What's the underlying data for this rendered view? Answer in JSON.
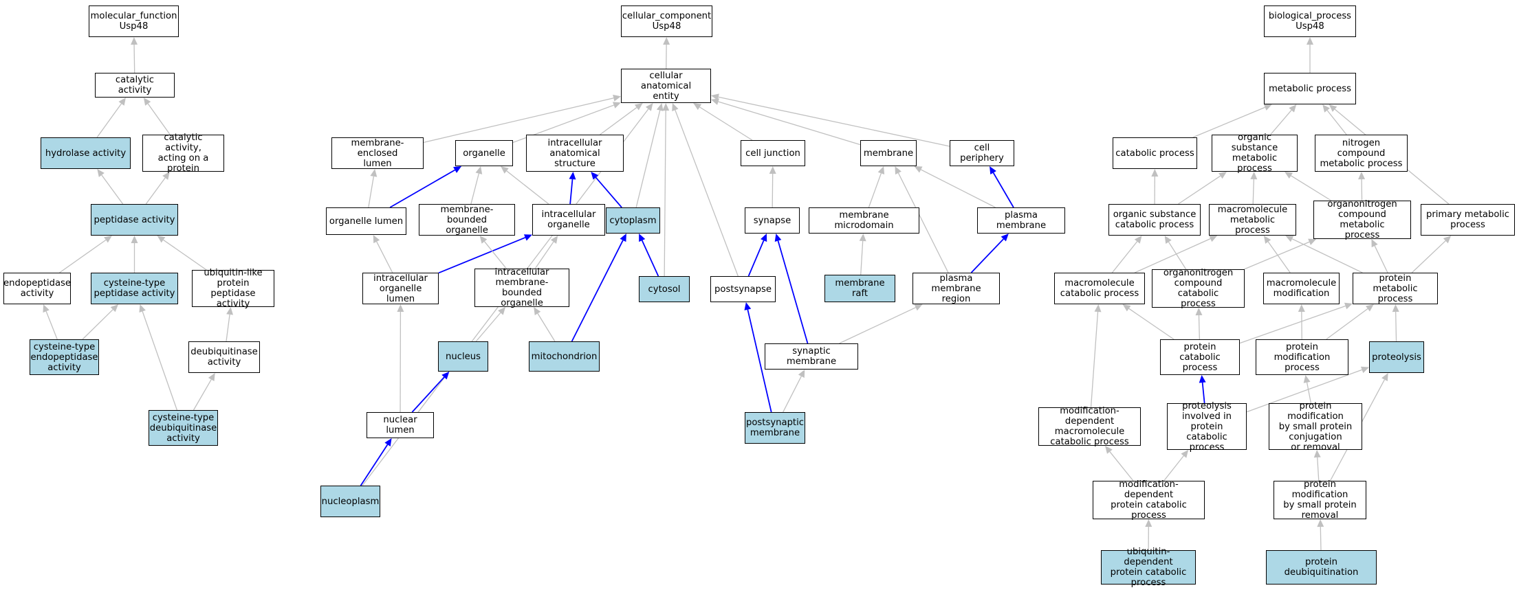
{
  "colors": {
    "highlight_fill": "#add8e6",
    "default_fill": "#ffffff",
    "edge_grey": "#c0c0c0",
    "edge_blue": "#0000ff",
    "border": "#000000"
  },
  "nodes": {
    "mf_root": {
      "label": "molecular_function\nUsp48",
      "highlighted": false
    },
    "catalytic": {
      "label": "catalytic activity",
      "highlighted": false
    },
    "hydrolase": {
      "label": "hydrolase activity",
      "highlighted": true
    },
    "cat_protein": {
      "label": "catalytic activity,\nacting on a\nprotein",
      "highlighted": false
    },
    "peptidase": {
      "label": "peptidase activity",
      "highlighted": true
    },
    "endopeptidase": {
      "label": "endopeptidase\nactivity",
      "highlighted": false
    },
    "cys_peptidase": {
      "label": "cysteine-type\npeptidase activity",
      "highlighted": true
    },
    "ubl_peptidase": {
      "label": "ubiquitin-like\nprotein peptidase\nactivity",
      "highlighted": false
    },
    "cys_endopeptidase": {
      "label": "cysteine-type\nendopeptidase\nactivity",
      "highlighted": true
    },
    "deubiquitinase": {
      "label": "deubiquitinase\nactivity",
      "highlighted": false
    },
    "cys_deubiquitinase": {
      "label": "cysteine-type\ndeubiquitinase\nactivity",
      "highlighted": true
    },
    "cc_root": {
      "label": "cellular_component\nUsp48",
      "highlighted": false
    },
    "cae": {
      "label": "cellular anatomical\nentity",
      "highlighted": false
    },
    "mel": {
      "label": "membrane-enclosed\nlumen",
      "highlighted": false
    },
    "organelle": {
      "label": "organelle",
      "highlighted": false
    },
    "ias": {
      "label": "intracellular\nanatomical structure",
      "highlighted": false
    },
    "cell_junction": {
      "label": "cell junction",
      "highlighted": false
    },
    "membrane": {
      "label": "membrane",
      "highlighted": false
    },
    "cell_periphery": {
      "label": "cell periphery",
      "highlighted": false
    },
    "organelle_lumen": {
      "label": "organelle lumen",
      "highlighted": false
    },
    "mbo": {
      "label": "membrane-bounded\norganelle",
      "highlighted": false
    },
    "intra_org": {
      "label": "intracellular\norganelle",
      "highlighted": false
    },
    "cytoplasm": {
      "label": "cytoplasm",
      "highlighted": true
    },
    "synapse": {
      "label": "synapse",
      "highlighted": false
    },
    "mem_microdomain": {
      "label": "membrane microdomain",
      "highlighted": false
    },
    "plasma_membrane": {
      "label": "plasma membrane",
      "highlighted": false
    },
    "iol": {
      "label": "intracellular\norganelle lumen",
      "highlighted": false
    },
    "imbo": {
      "label": "intracellular\nmembrane-bounded\norganelle",
      "highlighted": false
    },
    "cytosol": {
      "label": "cytosol",
      "highlighted": true
    },
    "postsynapse": {
      "label": "postsynapse",
      "highlighted": false
    },
    "membrane_raft": {
      "label": "membrane raft",
      "highlighted": true
    },
    "pm_region": {
      "label": "plasma membrane\nregion",
      "highlighted": false
    },
    "nucleus": {
      "label": "nucleus",
      "highlighted": true
    },
    "mitochondrion": {
      "label": "mitochondrion",
      "highlighted": true
    },
    "syn_membrane": {
      "label": "synaptic membrane",
      "highlighted": false
    },
    "nuclear_lumen": {
      "label": "nuclear lumen",
      "highlighted": false
    },
    "postsyn_membrane": {
      "label": "postsynaptic\nmembrane",
      "highlighted": true
    },
    "nucleoplasm": {
      "label": "nucleoplasm",
      "highlighted": true
    },
    "bp_root": {
      "label": "biological_process\nUsp48",
      "highlighted": false
    },
    "metabolic": {
      "label": "metabolic process",
      "highlighted": false
    },
    "catabolic": {
      "label": "catabolic process",
      "highlighted": false
    },
    "osm": {
      "label": "organic substance\nmetabolic process",
      "highlighted": false
    },
    "ncm": {
      "label": "nitrogen compound\nmetabolic process",
      "highlighted": false
    },
    "osc": {
      "label": "organic substance\ncatabolic process",
      "highlighted": false
    },
    "mmp": {
      "label": "macromolecule\nmetabolic process",
      "highlighted": false
    },
    "ocm": {
      "label": "organonitrogen\ncompound metabolic\nprocess",
      "highlighted": false
    },
    "pmp": {
      "label": "primary metabolic\nprocess",
      "highlighted": false
    },
    "mcp": {
      "label": "macromolecule\ncatabolic process",
      "highlighted": false
    },
    "occ": {
      "label": "organonitrogen\ncompound catabolic\nprocess",
      "highlighted": false
    },
    "mmod": {
      "label": "macromolecule\nmodification",
      "highlighted": false
    },
    "prot_met": {
      "label": "protein metabolic\nprocess",
      "highlighted": false
    },
    "prot_cat": {
      "label": "protein catabolic\nprocess",
      "highlighted": false
    },
    "prot_mod": {
      "label": "protein modification\nprocess",
      "highlighted": false
    },
    "proteolysis": {
      "label": "proteolysis",
      "highlighted": true
    },
    "mdmcp": {
      "label": "modification-dependent\nmacromolecule\ncatabolic process",
      "highlighted": false
    },
    "pipcp": {
      "label": "proteolysis\ninvolved in\nprotein catabolic\nprocess",
      "highlighted": false
    },
    "pmsp": {
      "label": "protein modification\nby small protein\nconjugation\nor removal",
      "highlighted": false
    },
    "mdpcp": {
      "label": "modification-dependent\nprotein catabolic\nprocess",
      "highlighted": false
    },
    "pmspr": {
      "label": "protein modification\nby small protein\nremoval",
      "highlighted": false
    },
    "udpcp": {
      "label": "ubiquitin-dependent\nprotein catabolic\nprocess",
      "highlighted": true
    },
    "deubiquitination": {
      "label": "protein deubiquitination",
      "highlighted": true
    }
  },
  "edges": [
    [
      "catalytic",
      "mf_root",
      "grey"
    ],
    [
      "hydrolase",
      "catalytic",
      "grey"
    ],
    [
      "cat_protein",
      "catalytic",
      "grey"
    ],
    [
      "peptidase",
      "hydrolase",
      "grey"
    ],
    [
      "peptidase",
      "cat_protein",
      "grey"
    ],
    [
      "endopeptidase",
      "peptidase",
      "grey"
    ],
    [
      "cys_peptidase",
      "peptidase",
      "grey"
    ],
    [
      "ubl_peptidase",
      "peptidase",
      "grey"
    ],
    [
      "cys_endopeptidase",
      "endopeptidase",
      "grey"
    ],
    [
      "cys_endopeptidase",
      "cys_peptidase",
      "grey"
    ],
    [
      "deubiquitinase",
      "ubl_peptidase",
      "grey"
    ],
    [
      "cys_deubiquitinase",
      "deubiquitinase",
      "grey"
    ],
    [
      "cys_deubiquitinase",
      "cys_peptidase",
      "grey"
    ],
    [
      "cae",
      "cc_root",
      "grey"
    ],
    [
      "mel",
      "cae",
      "grey"
    ],
    [
      "organelle",
      "cae",
      "grey"
    ],
    [
      "ias",
      "cae",
      "grey"
    ],
    [
      "cell_junction",
      "cae",
      "grey"
    ],
    [
      "membrane",
      "cae",
      "grey"
    ],
    [
      "cell_periphery",
      "cae",
      "grey"
    ],
    [
      "cytoplasm",
      "cae",
      "grey"
    ],
    [
      "cytosol",
      "cae",
      "grey"
    ],
    [
      "postsynapse",
      "cae",
      "grey"
    ],
    [
      "nucleoplasm",
      "cae",
      "grey"
    ],
    [
      "organelle_lumen",
      "mel",
      "grey"
    ],
    [
      "organelle_lumen",
      "organelle",
      "blue"
    ],
    [
      "mbo",
      "organelle",
      "grey"
    ],
    [
      "intra_org",
      "organelle",
      "grey"
    ],
    [
      "intra_org",
      "ias",
      "blue"
    ],
    [
      "cytoplasm",
      "ias",
      "blue"
    ],
    [
      "synapse",
      "cell_junction",
      "grey"
    ],
    [
      "mem_microdomain",
      "membrane",
      "grey"
    ],
    [
      "plasma_membrane",
      "membrane",
      "grey"
    ],
    [
      "plasma_membrane",
      "cell_periphery",
      "blue"
    ],
    [
      "pm_region",
      "membrane",
      "grey"
    ],
    [
      "pm_region",
      "plasma_membrane",
      "blue"
    ],
    [
      "iol",
      "organelle_lumen",
      "grey"
    ],
    [
      "iol",
      "intra_org",
      "blue"
    ],
    [
      "imbo",
      "mbo",
      "grey"
    ],
    [
      "imbo",
      "intra_org",
      "grey"
    ],
    [
      "cytosol",
      "cytoplasm",
      "blue"
    ],
    [
      "postsynapse",
      "synapse",
      "blue"
    ],
    [
      "membrane_raft",
      "mem_microdomain",
      "grey"
    ],
    [
      "nucleus",
      "imbo",
      "grey"
    ],
    [
      "mitochondrion",
      "imbo",
      "grey"
    ],
    [
      "mitochondrion",
      "cytoplasm",
      "blue"
    ],
    [
      "syn_membrane",
      "synapse",
      "blue"
    ],
    [
      "syn_membrane",
      "pm_region",
      "grey"
    ],
    [
      "nuclear_lumen",
      "iol",
      "grey"
    ],
    [
      "nuclear_lumen",
      "nucleus",
      "blue"
    ],
    [
      "postsyn_membrane",
      "postsynapse",
      "blue"
    ],
    [
      "postsyn_membrane",
      "syn_membrane",
      "grey"
    ],
    [
      "nucleoplasm",
      "nuclear_lumen",
      "blue"
    ],
    [
      "metabolic",
      "bp_root",
      "grey"
    ],
    [
      "catabolic",
      "metabolic",
      "grey"
    ],
    [
      "osm",
      "metabolic",
      "grey"
    ],
    [
      "ncm",
      "metabolic",
      "grey"
    ],
    [
      "pmp",
      "metabolic",
      "grey"
    ],
    [
      "osc",
      "catabolic",
      "grey"
    ],
    [
      "osc",
      "osm",
      "grey"
    ],
    [
      "mmp",
      "osm",
      "grey"
    ],
    [
      "ocm",
      "osm",
      "grey"
    ],
    [
      "ocm",
      "ncm",
      "grey"
    ],
    [
      "mcp",
      "osc",
      "grey"
    ],
    [
      "mcp",
      "mmp",
      "grey"
    ],
    [
      "occ",
      "osc",
      "grey"
    ],
    [
      "occ",
      "ocm",
      "grey"
    ],
    [
      "mmod",
      "mmp",
      "grey"
    ],
    [
      "prot_met",
      "mmp",
      "grey"
    ],
    [
      "prot_met",
      "ocm",
      "grey"
    ],
    [
      "prot_met",
      "pmp",
      "grey"
    ],
    [
      "prot_cat",
      "mcp",
      "grey"
    ],
    [
      "prot_cat",
      "occ",
      "grey"
    ],
    [
      "prot_cat",
      "prot_met",
      "grey"
    ],
    [
      "prot_mod",
      "mmod",
      "grey"
    ],
    [
      "prot_mod",
      "prot_met",
      "grey"
    ],
    [
      "proteolysis",
      "prot_met",
      "grey"
    ],
    [
      "mdmcp",
      "mcp",
      "grey"
    ],
    [
      "pipcp",
      "prot_cat",
      "blue"
    ],
    [
      "pipcp",
      "proteolysis",
      "grey"
    ],
    [
      "pmsp",
      "prot_mod",
      "grey"
    ],
    [
      "mdpcp",
      "mdmcp",
      "grey"
    ],
    [
      "mdpcp",
      "pipcp",
      "grey"
    ],
    [
      "pmspr",
      "pmsp",
      "grey"
    ],
    [
      "pmspr",
      "proteolysis",
      "grey"
    ],
    [
      "udpcp",
      "mdpcp",
      "grey"
    ],
    [
      "deubiquitination",
      "pmspr",
      "grey"
    ]
  ]
}
